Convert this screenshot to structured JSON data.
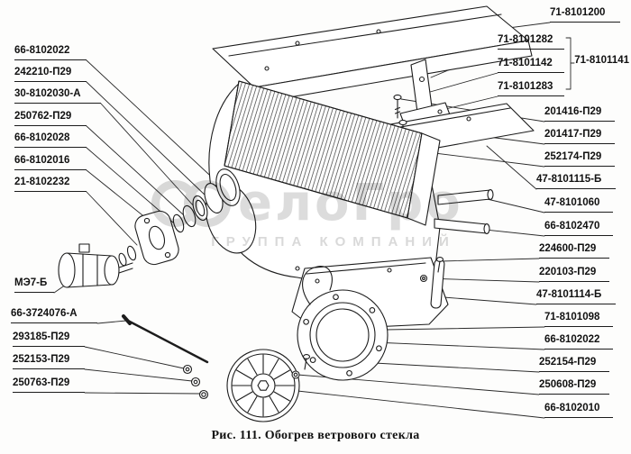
{
  "caption": "Рис. 111. Обогрев ветрового стекла",
  "watermark": {
    "logo_text": "елоГро",
    "subtitle": "ГРУППА КОМПАНИЙ"
  },
  "bracket_label": "71-8101141",
  "labels_left": [
    "66-8102022",
    "242210-П29",
    "30-8102030-А",
    "250762-П29",
    "66-8102028",
    "66-8102016",
    "21-8102232",
    "МЭ7-Б",
    "66-3724076-А",
    "293185-П29",
    "252153-П29",
    "250763-П29"
  ],
  "labels_right": [
    "71-8101200",
    "71-8101282",
    "71-8101142",
    "71-8101283",
    "201416-П29",
    "201417-П29",
    "252174-П29",
    "47-8101115-Б",
    "47-8101060",
    "66-8102470",
    "224600-П29",
    "220103-П29",
    "47-8101114-Б",
    "71-8101098",
    "66-8102022",
    "252154-П29",
    "250608-П29",
    "66-8102010"
  ],
  "colors": {
    "ink": "#1c1c1c",
    "background": "#fdfdfc",
    "watermark": "#c2c2c2"
  }
}
